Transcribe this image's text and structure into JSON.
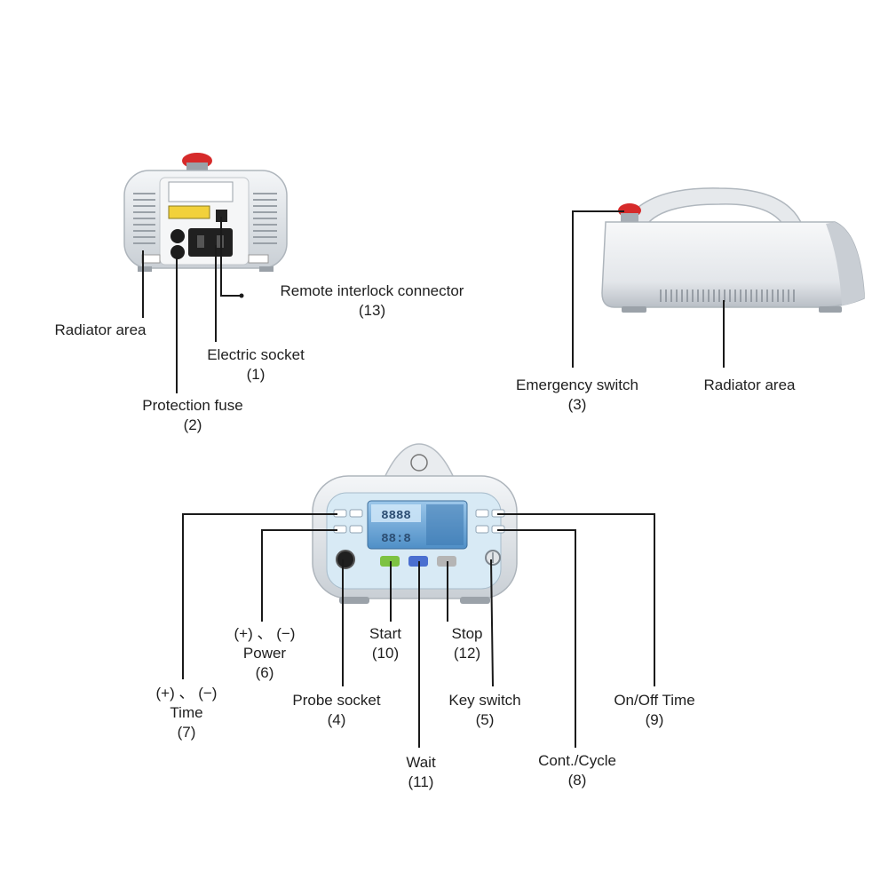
{
  "colors": {
    "leader_line": "#1a1a1a",
    "device_body": "#e9ecef",
    "device_shadow": "#b8bec4",
    "emergency_red": "#d62a2a",
    "screen_blue": "#6fa8d8",
    "panel_light": "#d8eaf5",
    "start_green": "#7dc242",
    "wait_blue": "#4a6fd0",
    "stop_grey": "#b5b5b5"
  },
  "icons": {
    "device_back": "laser-device-back-view",
    "device_side": "laser-device-side-view",
    "device_front": "laser-device-front-panel"
  },
  "back_view": {
    "radiator_area": {
      "label": "Radiator area"
    },
    "protection_fuse": {
      "label": "Protection  fuse",
      "number": "(2)"
    },
    "electric_socket": {
      "label": "Electric socket",
      "number": "(1)"
    },
    "remote_interlock": {
      "label": "Remote interlock connector",
      "number": "(13)"
    }
  },
  "side_view": {
    "emergency_switch": {
      "label": "Emergency switch",
      "number": "(3)"
    },
    "radiator_area": {
      "label": "Radiator area"
    }
  },
  "front_view": {
    "power": {
      "pm": "(+) 、 (−)",
      "label": "Power",
      "number": "(6)"
    },
    "time": {
      "pm": "(+) 、 (−)",
      "label": "Time",
      "number": "(7)"
    },
    "probe_socket": {
      "label": "Probe socket",
      "number": "(4)"
    },
    "start": {
      "label": "Start",
      "number": "(10)"
    },
    "wait": {
      "label": "Wait",
      "number": "(11)"
    },
    "stop": {
      "label": "Stop",
      "number": "(12)"
    },
    "key_switch": {
      "label": "Key switch",
      "number": "(5)"
    },
    "cont_cycle": {
      "label": "Cont./Cycle",
      "number": "(8)"
    },
    "on_off_time": {
      "label": "On/Off Time",
      "number": "(9)"
    },
    "display_top": "8888",
    "display_bottom": "88:8"
  }
}
